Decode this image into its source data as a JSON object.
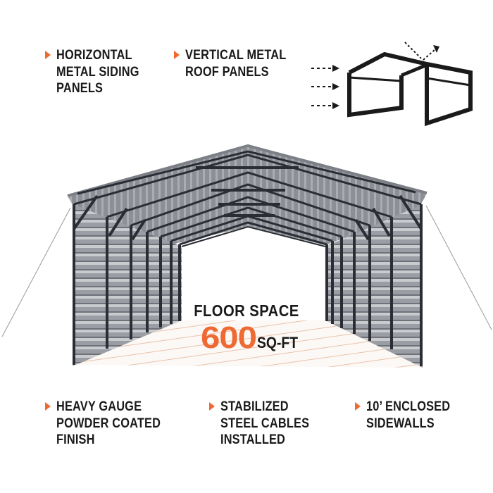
{
  "colors": {
    "accent": "#ef6a32",
    "text": "#1a1a1a",
    "frame": "#2a2d33",
    "panel": "#8e9197",
    "background": "#ffffff"
  },
  "features_top": [
    {
      "id": "horizontal-siding",
      "icon": "triangle-bullet-icon",
      "lines": [
        "HORIZONTAL",
        "METAL SIDING",
        "PANELS"
      ]
    },
    {
      "id": "vertical-roof",
      "icon": "triangle-bullet-icon",
      "lines": [
        "VERTICAL METAL",
        "ROOF PANELS"
      ]
    }
  ],
  "diagram": {
    "icon": "carport-frame-diagram-icon",
    "description": "Outline of gabled carport with wind arrows on left side and roof vent arrow"
  },
  "floor_space": {
    "title": "FLOOR SPACE",
    "value": "600",
    "unit": "SQ-FT"
  },
  "features_bottom": [
    {
      "id": "heavy-gauge",
      "icon": "triangle-bullet-icon",
      "lines": [
        "HEAVY GAUGE",
        "POWDER COATED",
        "FINISH"
      ]
    },
    {
      "id": "steel-cables",
      "icon": "triangle-bullet-icon",
      "lines": [
        "STABILIZED",
        "STEEL CABLES",
        "INSTALLED"
      ]
    },
    {
      "id": "enclosed-sidewalls",
      "icon": "triangle-bullet-icon",
      "lines": [
        "10’ ENCLOSED",
        "SIDEWALLS"
      ]
    }
  ]
}
